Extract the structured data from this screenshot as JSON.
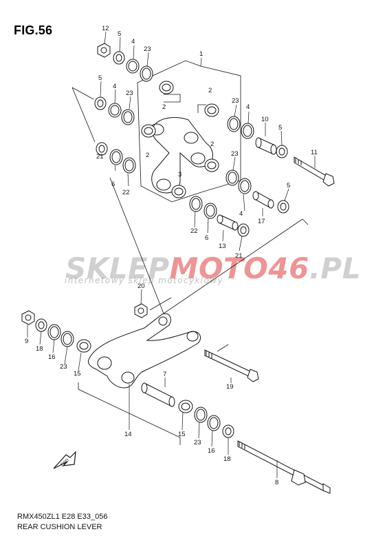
{
  "figure": {
    "title": "FIG.56",
    "model_code": "RMX450ZL1 E28 E33_056",
    "name": "REAR CUSHION LEVER"
  },
  "watermark": {
    "brand_left": "SKLEP",
    "brand_mid": "MOTO",
    "brand_num": "46",
    "brand_tld": ".PL",
    "tagline": "internetowy sklep motocyklowy"
  },
  "callouts": {
    "n12": "12",
    "n5a": "5",
    "n4a": "4",
    "n23a": "23",
    "n1": "1",
    "n5b": "5",
    "n4b": "4",
    "n23b": "23",
    "n2a": "2",
    "n2b": "2",
    "n2c": "2",
    "n2d": "2",
    "n3": "3",
    "n23c": "23",
    "n4c": "4",
    "n10": "10",
    "n5c": "5",
    "n11": "11",
    "n21a": "21",
    "n6a": "6",
    "n22a": "22",
    "n23d": "23",
    "n5d": "5",
    "n4d": "4",
    "n17": "17",
    "n22b": "22",
    "n6b": "6",
    "n13": "13",
    "n21b": "21",
    "n20": "20",
    "n9": "9",
    "n18a": "18",
    "n16a": "16",
    "n23e": "23",
    "n15a": "15",
    "n19": "19",
    "n7": "7",
    "n14": "14",
    "n15b": "15",
    "n23f": "23",
    "n16b": "16",
    "n18b": "18",
    "n8": "8"
  },
  "icons": {
    "direction": "fwd-arrow-icon"
  }
}
